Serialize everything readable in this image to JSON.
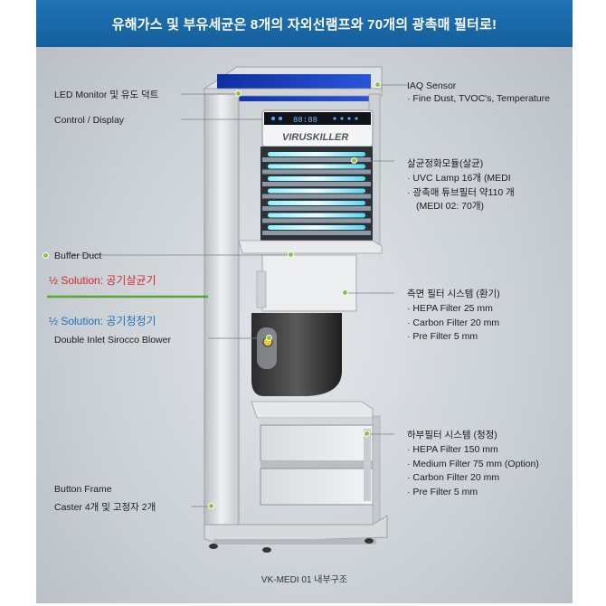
{
  "banner": {
    "title": "유해가스 및 부유세균은 8개의 자외선램프와 70개의 광촉매 필터로!"
  },
  "brand": {
    "logo_text": "VIRUSKILLER",
    "display_digits": "88:88"
  },
  "labels": {
    "led_monitor": "LED Monitor 및 유도 덕트",
    "control_display": "Control / Display",
    "buffer_duct": "Buffer Duct",
    "solution_sterilizer": "½ Solution: 공기살균기",
    "solution_purifier": "½ Solution: 공기청정기",
    "blower": "Double Inlet Sirocco Blower",
    "button_frame": "Button Frame",
    "caster": "Caster 4개 및 고정자 2개"
  },
  "iaq": {
    "title": "IAQ Sensor",
    "items": [
      "· Fine Dust, TVOC's, Temperature"
    ]
  },
  "sterilization": {
    "title": "살균정화모듈(살균)",
    "items": [
      "· UVC Lamp 16개 (MEDI",
      "· 광촉매 튜브필터 약110 개",
      "(MEDI 02: 70개)"
    ]
  },
  "side_filter": {
    "title": "측면 필터 시스템 (환기)",
    "items": [
      "· HEPA Filter 25 mm",
      "· Carbon Filter 20 mm",
      "· Pre Filter 5 mm"
    ]
  },
  "bottom_filter": {
    "title": "하부필터 시스템 (청정)",
    "items": [
      "· HEPA Filter 150 mm",
      "· Medium Filter 75 mm (Option)",
      "· Carbon Filter 20 mm",
      "· Pre Filter 5 mm"
    ]
  },
  "caption": "VK-MEDI 01 내부구조",
  "colors": {
    "banner": "#1f73b6",
    "dot": "#8bc53f",
    "divider": "#5aa532",
    "solution_red": "#d6262b",
    "solution_blue": "#1c6fb8",
    "uv_glow": "#3fe0ff"
  }
}
